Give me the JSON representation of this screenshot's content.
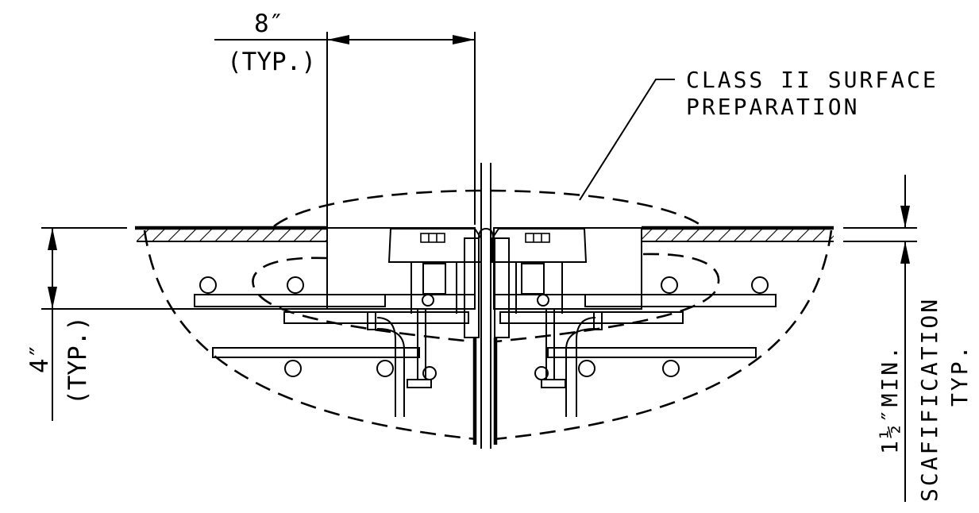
{
  "labels": {
    "width_dim": "8″",
    "width_typ": "(TYP.)",
    "depth_dim": "4″",
    "depth_typ": "(TYP.)",
    "callout_line1": "CLASS II SURFACE",
    "callout_line2": "PREPARATION",
    "scarify_dim": "1½″MIN.",
    "scarify_line1": "SCAFIFICATION",
    "scarify_line2": "TYP."
  }
}
